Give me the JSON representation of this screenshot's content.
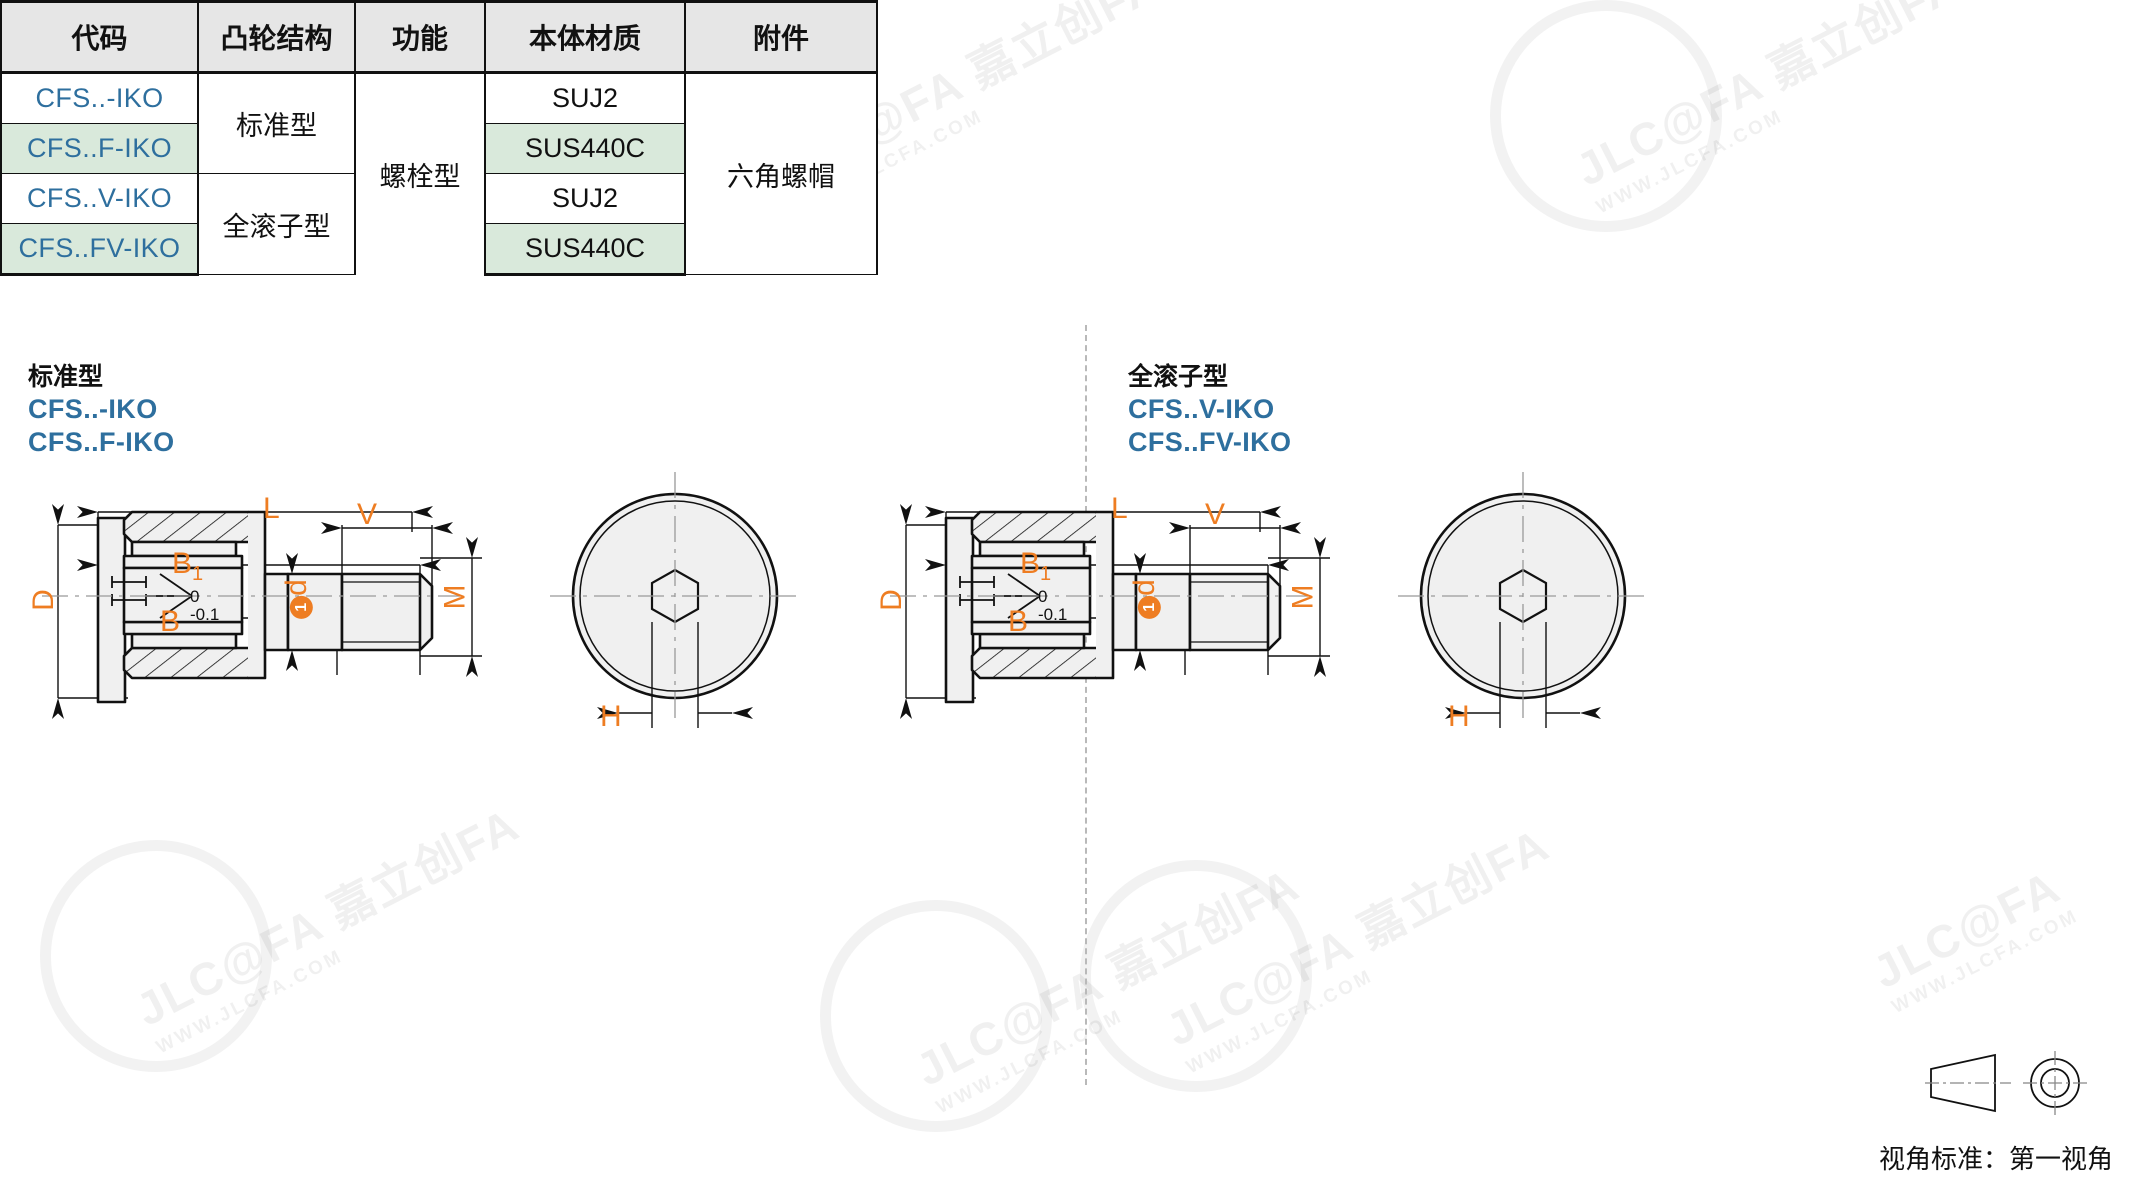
{
  "table": {
    "headers": [
      "代码",
      "凸轮结构",
      "功能",
      "本体材质",
      "附件"
    ],
    "rows": [
      {
        "code": "CFS..-IKO",
        "cam": "标准型",
        "func": "螺栓型",
        "material": "SUJ2",
        "accessory": "六角螺帽"
      },
      {
        "code": "CFS..F-IKO",
        "cam": "标准型",
        "func": "螺栓型",
        "material": "SUS440C",
        "accessory": "六角螺帽"
      },
      {
        "code": "CFS..V-IKO",
        "cam": "全滚子型",
        "func": "螺栓型",
        "material": "SUJ2",
        "accessory": "六角螺帽"
      },
      {
        "code": "CFS..FV-IKO",
        "cam": "全滚子型",
        "func": "螺栓型",
        "material": "SUS440C",
        "accessory": "六角螺帽"
      }
    ]
  },
  "sections": {
    "left": {
      "type_label": "标准型",
      "code1": "CFS..-IKO",
      "code2": "CFS..F-IKO"
    },
    "right": {
      "type_label": "全滚子型",
      "code1": "CFS..V-IKO",
      "code2": "CFS..FV-IKO"
    }
  },
  "dimensions": {
    "L": "L",
    "B1": "B",
    "B1_sub": "1",
    "B": "B",
    "tol_upper": "0",
    "tol_lower": "-0.1",
    "D": "D",
    "d": "d",
    "d_marker": "1",
    "V": "V",
    "M": "M",
    "H": "H"
  },
  "footer": {
    "note": "视角标准：第一视角"
  },
  "colors": {
    "dimension_orange": "#ee7d22",
    "code_blue": "#2e6f9e",
    "table_tint": "#d9e9db",
    "header_grey": "#e6e6e6",
    "body_fill": "#f0f0f0",
    "line": "#111111"
  },
  "watermark": {
    "brand": "JLC@FA",
    "site": "WWW.JLCFA.COM",
    "cn": "嘉立创FA"
  }
}
